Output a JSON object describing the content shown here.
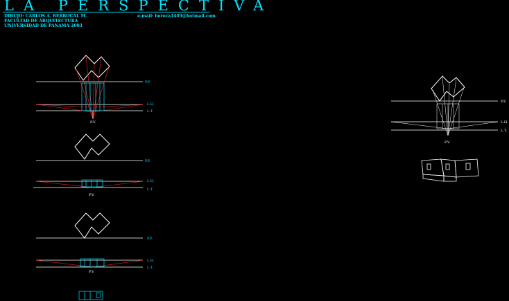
{
  "header": {
    "title": "LA PERSPECTIVA",
    "author": "DIBUJO: CARLOS A. BERROCAL M.",
    "faculty": "FACULTAD DE ARQUITECTURA",
    "university": "UNIVERSIDAD DE PANAMA 2003",
    "email": "e-mail: beroca1403@hotmail.com"
  },
  "labels": {
    "pp": "P.P.",
    "lh": "L.H.",
    "lt": "L.T.",
    "pv": "P.V.",
    "pf": "P.F."
  },
  "colors": {
    "cyan": "#00e5ff",
    "red": "#ff2020",
    "white": "#ffffff",
    "background": "#000000"
  }
}
